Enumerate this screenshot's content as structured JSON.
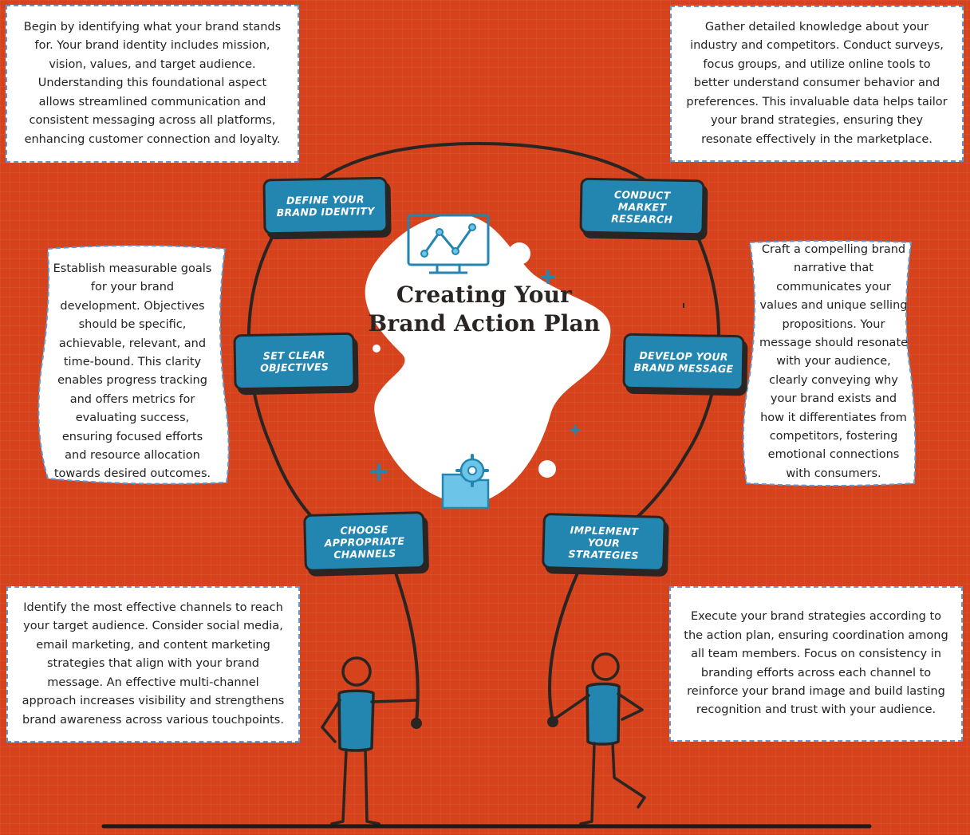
{
  "title": "Creating Your Brand Action Plan",
  "steps": {
    "define": "DEFINE YOUR BRAND IDENTITY",
    "research": "CONDUCT MARKET RESEARCH",
    "objectives": "SET CLEAR OBJECTIVES",
    "message": "DEVELOP YOUR BRAND MESSAGE",
    "channels": "CHOOSE APPROPRIATE CHANNELS",
    "implement": "IMPLEMENT YOUR STRATEGIES"
  },
  "descriptions": {
    "define": "Begin by identifying what your brand stands for. Your brand identity includes mission, vision, values, and target audience. Understanding this foundational aspect allows streamlined communication and consistent messaging across all platforms, enhancing customer connection and loyalty.",
    "research": "Gather detailed knowledge about your industry and competitors. Conduct surveys, focus groups, and utilize online tools to better understand consumer behavior and preferences. This invaluable data helps tailor your brand strategies, ensuring they resonate effectively in the marketplace.",
    "objectives": "Establish measurable goals for your brand development. Objectives should be specific, achievable, relevant, and time-bound. This clarity enables progress tracking and offers metrics for evaluating success, ensuring focused efforts and resource allocation towards desired outcomes.",
    "message": "Craft a compelling brand narrative that communicates your values and unique selling propositions. Your message should resonate with your audience, clearly conveying why your brand exists and how it differentiates from competitors, fostering emotional connections with consumers.",
    "channels": "Identify the most effective channels to reach your target audience. Consider social media, email marketing, and content marketing strategies that align with your brand message. An effective multi-channel approach increases visibility and strengthens brand awareness across various touchpoints.",
    "implement": "Execute your brand strategies according to the action plan, ensuring coordination among all team members. Focus on consistency in branding efforts across each channel to reinforce your brand image and build lasting recognition and trust with your audience."
  },
  "colors": {
    "background": "#d5421b",
    "step_fill": "#2386b0",
    "outline": "#2a2523",
    "card_border": "#5b9bd5",
    "icon_blue": "#6cc5e8"
  }
}
